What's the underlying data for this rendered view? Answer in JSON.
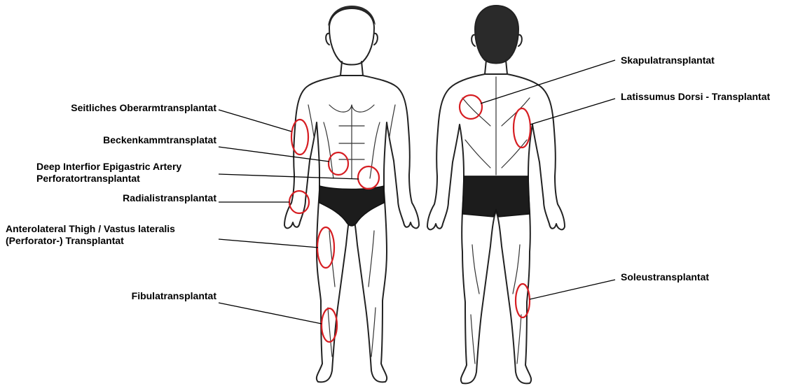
{
  "labels": {
    "oberarm": "Seitliches Oberarmtransplantat",
    "beckenkamm": "Beckenkammtransplatat",
    "diep_line1": "Deep Interfior Epigastric Artery",
    "diep_line2": "Perforatortransplantat",
    "radialis": "Radialistransplantat",
    "alt_line1": "Anterolateral Thigh / Vastus lateralis",
    "alt_line2": "(Perforator-) Transplantat",
    "fibula": "Fibulatransplantat",
    "skapula": "Skapulatransplantat",
    "latissimus": "Latissumus Dorsi - Transplantat",
    "soleus": "Soleustransplantat"
  },
  "colors": {
    "marker": "#d61d22",
    "ink": "#000000",
    "shorts": "#1c1c1c"
  }
}
